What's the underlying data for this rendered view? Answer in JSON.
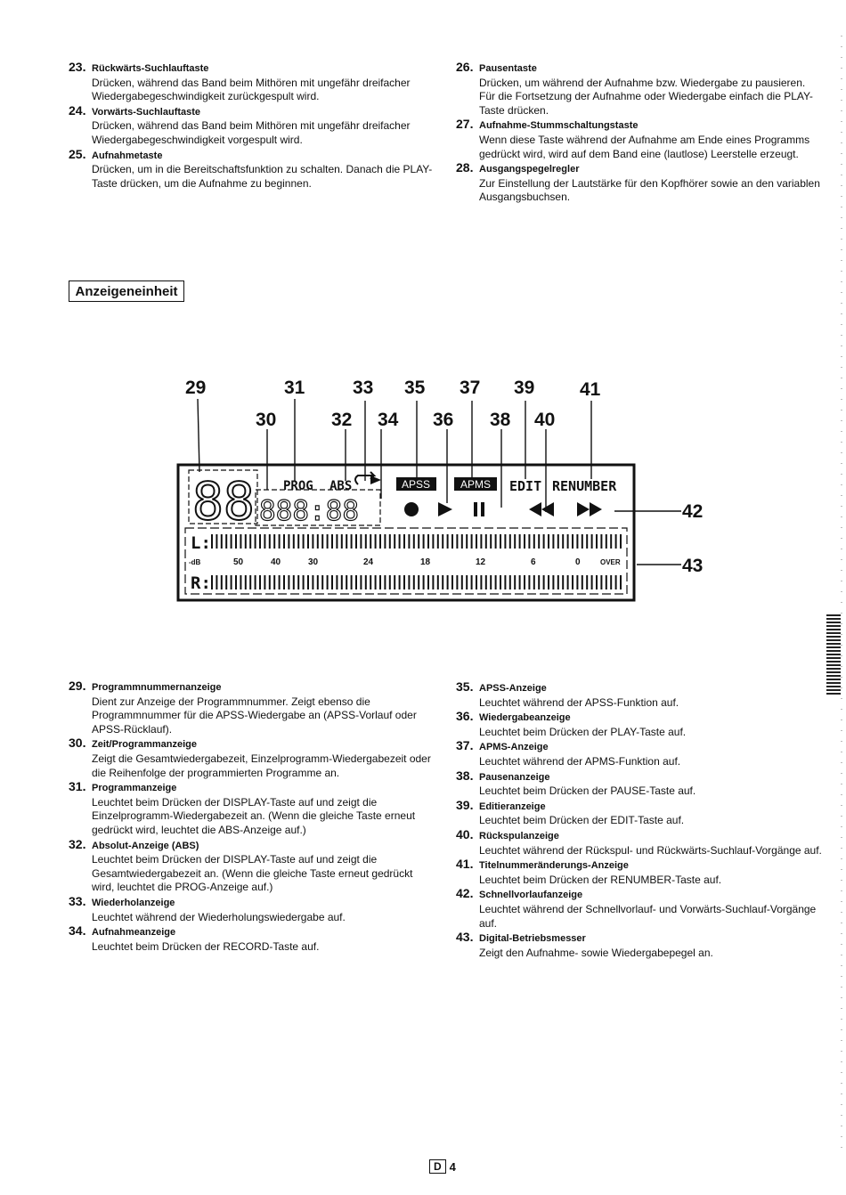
{
  "top_left": [
    {
      "num": "23.",
      "title": "Rückwärts-Suchlauftaste",
      "desc": "Drücken, während das Band beim Mithören mit ungefähr dreifacher Wiedergabegeschwindigkeit zurückgespult wird."
    },
    {
      "num": "24.",
      "title": "Vorwärts-Suchlauftaste",
      "desc": "Drücken, während das Band beim Mithören mit ungefähr dreifacher Wiedergabegeschwindigkeit vorgespult wird."
    },
    {
      "num": "25.",
      "title": "Aufnahmetaste",
      "desc": "Drücken, um in die Bereitschaftsfunktion zu schalten. Danach die PLAY-Taste drücken, um die Aufnahme zu beginnen."
    }
  ],
  "top_right": [
    {
      "num": "26.",
      "title": "Pausentaste",
      "desc": "Drücken, um während der Aufnahme bzw. Wiedergabe zu pausieren. Für die Fortsetzung der Aufnahme oder Wiedergabe einfach die PLAY-Taste drücken."
    },
    {
      "num": "27.",
      "title": "Aufnahme-Stummschaltungstaste",
      "desc": "Wenn diese Taste während der Aufnahme am Ende eines Programms gedrückt wird, wird auf dem Band eine (lautlose) Leerstelle erzeugt."
    },
    {
      "num": "28.",
      "title": "Ausgangspegelregler",
      "desc": "Zur Einstellung der Lautstärke für den Kopfhörer sowie an den variablen Ausgangsbuchsen."
    }
  ],
  "section_heading": "Anzeigeneinheit",
  "diagram": {
    "callouts": {
      "n29": "29",
      "n30": "30",
      "n31": "31",
      "n32": "32",
      "n33": "33",
      "n34": "34",
      "n35": "35",
      "n36": "36",
      "n37": "37",
      "n38": "38",
      "n39": "39",
      "n40": "40",
      "n41": "41",
      "n42": "42",
      "n43": "43"
    },
    "indicators": {
      "prog": "PROG",
      "abs": "ABS",
      "apss": "APSS",
      "apms": "APMS",
      "edit": "EDIT",
      "renumber": "RENUMBER"
    },
    "program_digits": "88",
    "time_digits": "888:88",
    "meter": {
      "left_channel": "L:",
      "right_channel": "R:",
      "scale": [
        "-dB",
        "50",
        "40",
        "30",
        "24",
        "18",
        "12",
        "6",
        "0",
        "OVER"
      ]
    }
  },
  "bot_left": [
    {
      "num": "29.",
      "title": "Programmnummernanzeige",
      "desc": "Dient zur Anzeige der Programmnummer. Zeigt ebenso die Programmnummer für die APSS-Wiedergabe an (APSS-Vorlauf oder APSS-Rücklauf)."
    },
    {
      "num": "30.",
      "title": "Zeit/Programmanzeige",
      "desc": "Zeigt die Gesamtwiedergabezeit, Einzelprogramm-Wiedergabezeit oder die Reihenfolge der programmierten Programme an."
    },
    {
      "num": "31.",
      "title": "Programmanzeige",
      "desc": "Leuchtet beim Drücken der DISPLAY-Taste auf und zeigt die Einzelprogramm-Wiedergabezeit an. (Wenn die gleiche Taste erneut gedrückt wird, leuchtet die ABS-Anzeige auf.)"
    },
    {
      "num": "32.",
      "title": "Absolut-Anzeige (ABS)",
      "desc": "Leuchtet beim Drücken der DISPLAY-Taste auf und zeigt die Gesamtwiedergabezeit an. (Wenn die gleiche Taste erneut gedrückt wird, leuchtet die PROG-Anzeige auf.)"
    },
    {
      "num": "33.",
      "title": "Wiederholanzeige",
      "desc": "Leuchtet während der Wiederholungswiedergabe auf."
    },
    {
      "num": "34.",
      "title": "Aufnahmeanzeige",
      "desc": "Leuchtet beim Drücken der RECORD-Taste auf."
    }
  ],
  "bot_right": [
    {
      "num": "35.",
      "title": "APSS-Anzeige",
      "desc": "Leuchtet während der APSS-Funktion auf."
    },
    {
      "num": "36.",
      "title": "Wiedergabeanzeige",
      "desc": "Leuchtet beim Drücken der PLAY-Taste auf."
    },
    {
      "num": "37.",
      "title": "APMS-Anzeige",
      "desc": "Leuchtet während der APMS-Funktion auf."
    },
    {
      "num": "38.",
      "title": "Pausenanzeige",
      "desc": "Leuchtet beim Drücken der PAUSE-Taste auf."
    },
    {
      "num": "39.",
      "title": "Editieranzeige",
      "desc": "Leuchtet beim Drücken der EDIT-Taste auf."
    },
    {
      "num": "40.",
      "title": "Rückspulanzeige",
      "desc": "Leuchtet während der Rückspul- und Rückwärts-Suchlauf-Vorgänge auf."
    },
    {
      "num": "41.",
      "title": "Titelnummeränderungs-Anzeige",
      "desc": "Leuchtet beim Drücken der RENUMBER-Taste auf."
    },
    {
      "num": "42.",
      "title": "Schnellvorlaufanzeige",
      "desc": "Leuchtet während der Schnellvorlauf- und Vorwärts-Suchlauf-Vorgänge auf."
    },
    {
      "num": "43.",
      "title": "Digital-Betriebsmesser",
      "desc": "Zeigt den Aufnahme- sowie Wiedergabepegel an."
    }
  ],
  "footer": {
    "lang": "D",
    "page": "4"
  }
}
